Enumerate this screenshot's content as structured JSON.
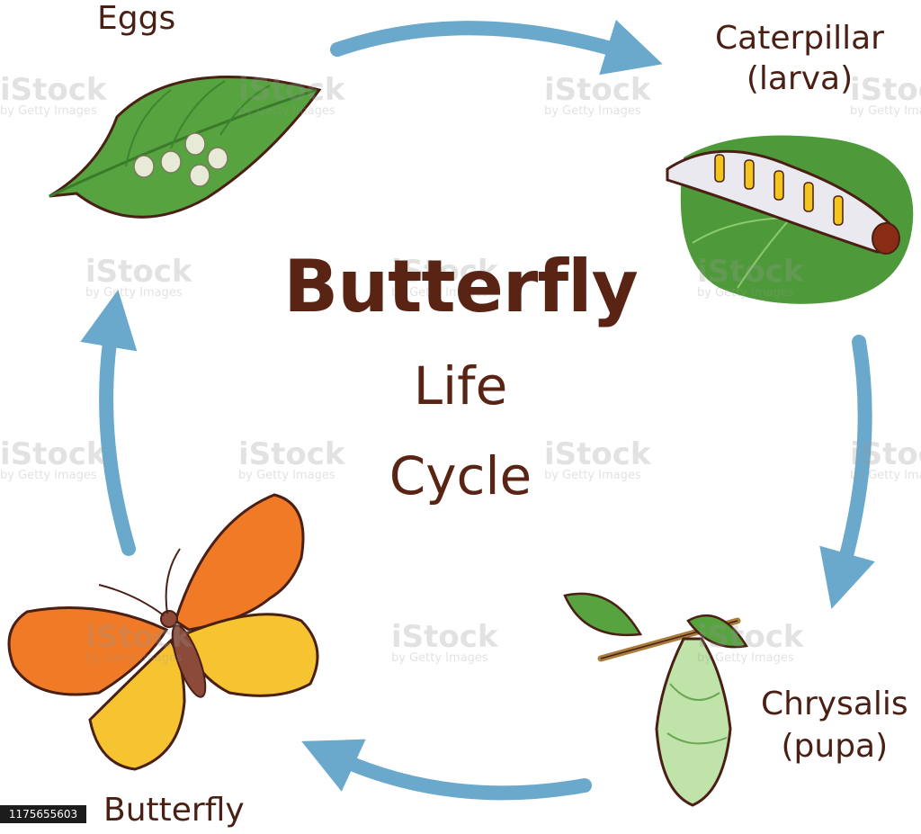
{
  "title": {
    "main": "Butterfly",
    "line2": "Life",
    "line3": "Cycle"
  },
  "stages": {
    "eggs": {
      "label": "Eggs"
    },
    "caterpillar": {
      "label": "Caterpillar",
      "sublabel": "(larva)"
    },
    "chrysalis": {
      "label": "Chrysalis",
      "sublabel": "(pupa)"
    },
    "butterfly": {
      "label": "Butterfly"
    }
  },
  "watermark": {
    "brand": "iStock",
    "byline": "by Getty Images"
  },
  "image_id": "1175655603",
  "colors": {
    "arrow": "#6aa9cc",
    "text": "#5a2414",
    "leaf": "#4e9a3a",
    "wing_orange": "#f07a25",
    "wing_yellow": "#f7c431"
  },
  "icons": [
    "leaf-with-eggs",
    "caterpillar-on-leaf",
    "chrysalis-on-twig",
    "butterfly"
  ]
}
